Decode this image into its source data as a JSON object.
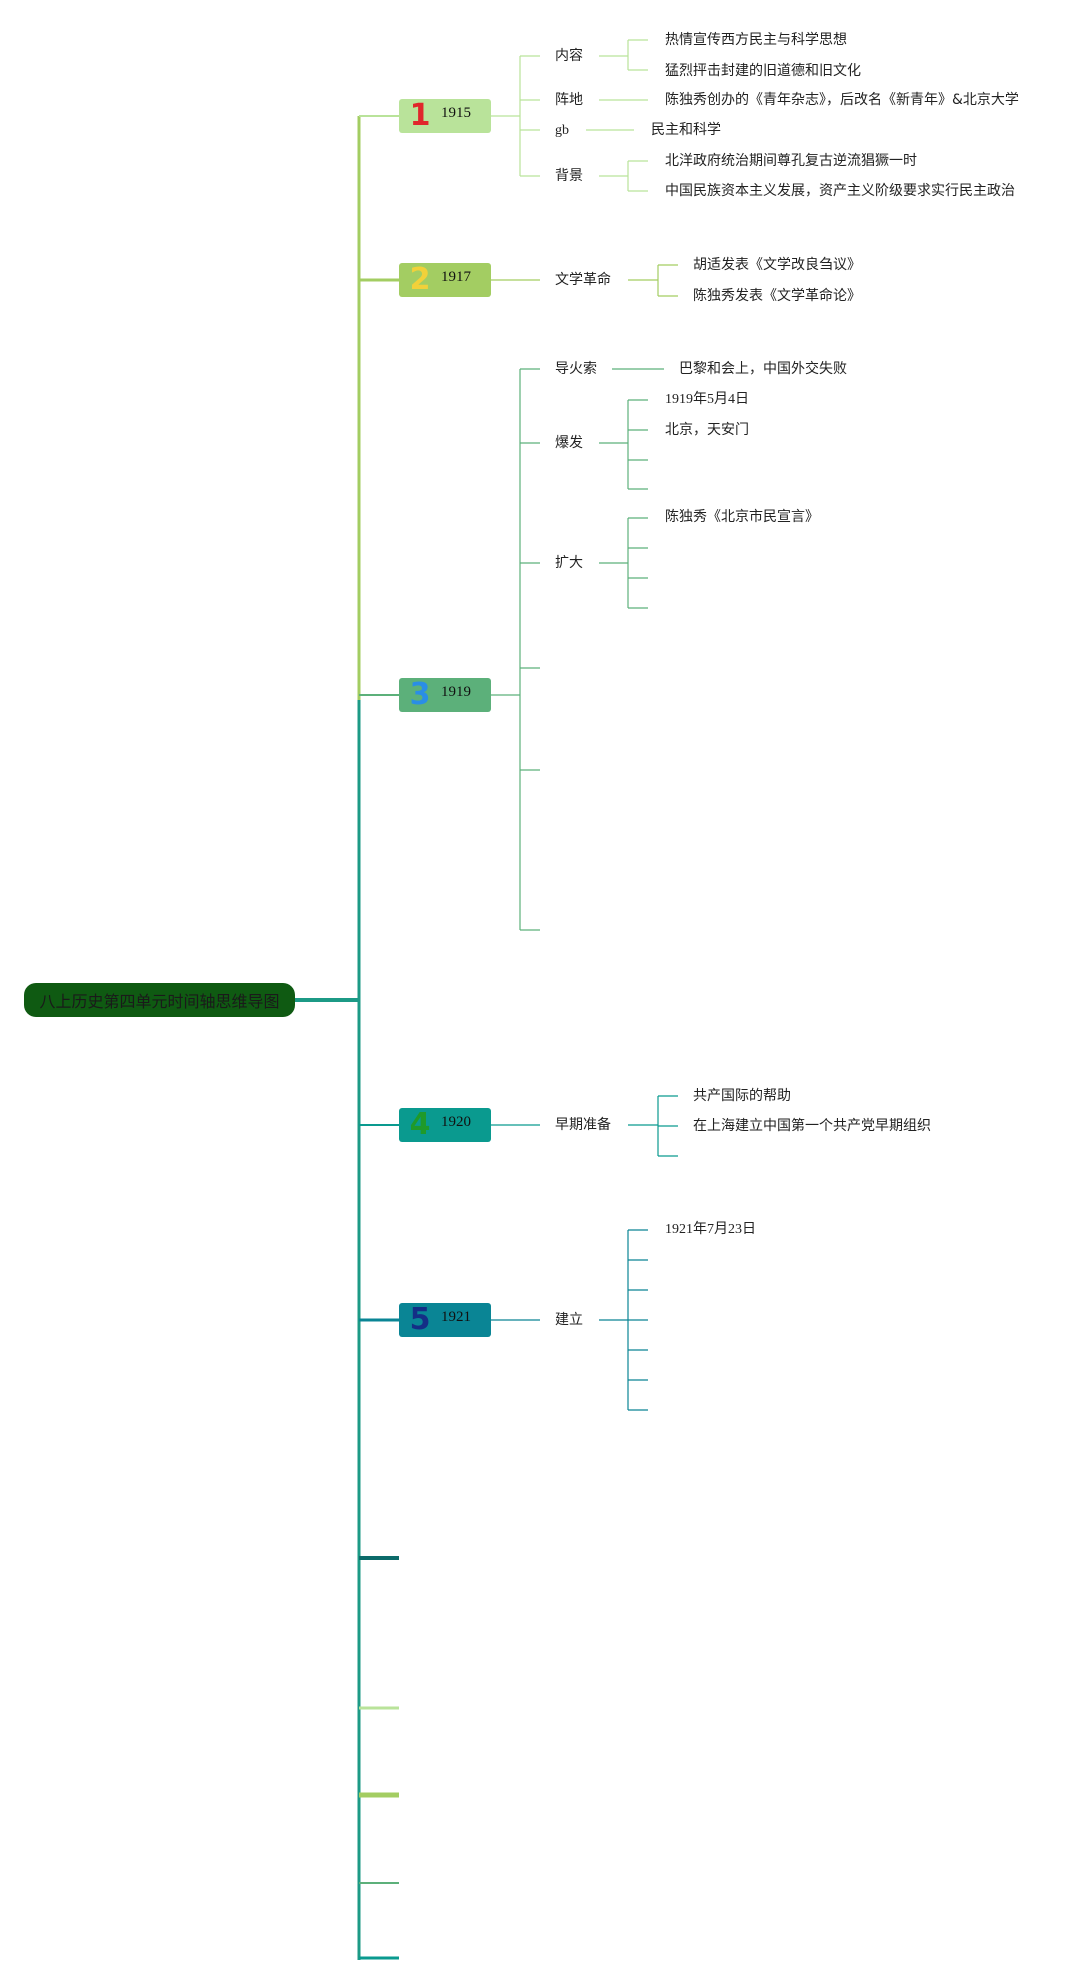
{
  "root": {
    "title": "八上历史第四单元时间轴思维导图"
  },
  "nodes": [
    {
      "num": "1",
      "year": "1915",
      "color": "#b9e39a",
      "num_color": "#e0262b"
    },
    {
      "num": "2",
      "year": "1917",
      "color": "#a3cd62",
      "num_color": "#f1d13a"
    },
    {
      "num": "3",
      "year": "1919",
      "color": "#5cb07a",
      "num_color": "#2a8ee6"
    },
    {
      "num": "4",
      "year": "1920",
      "color": "#0a9a8f",
      "num_color": "#1f9a2a"
    },
    {
      "num": "5",
      "year": "1921",
      "color": "#0a8595",
      "num_color": "#142e86"
    }
  ],
  "labels": {
    "n1": {
      "content": "内容",
      "content_1": "热情宣传西方民主与科学思想",
      "content_2": "猛烈抨击封建的旧道德和旧文化",
      "base": "阵地",
      "base_1": "陈独秀创办的《青年杂志》，后改名《新青年》&北京大学",
      "gb": "gb",
      "gb_1": "民主和科学",
      "bg": "背景",
      "bg_1": "北洋政府统治期间尊孔复古逆流猖獗一时",
      "bg_2": "中国民族资本主义发展，资产主义阶级要求实行民主政治"
    },
    "n2": {
      "rev": "文学革命",
      "rev_1": "胡适发表《文学改良刍议》",
      "rev_2": "陈独秀发表《文学革命论》"
    },
    "n3": {
      "fuse": "导火索",
      "fuse_1": "巴黎和会上，中国外交失败",
      "burst": "爆发",
      "burst_1": "1919年5月4日",
      "burst_2": "北京，天安门",
      "expand": "扩大",
      "expand_1": "陈独秀《北京市民宣言》"
    },
    "n4": {
      "prep": "早期准备",
      "prep_1": "共产国际的帮助",
      "prep_2": "在上海建立中国第一个共产党早期组织"
    },
    "n5": {
      "found": "建立",
      "found_1": "1921年7月23日"
    }
  },
  "colors": {
    "root_bg": "#0f5a12",
    "spine": "#1c9a86",
    "stub_1": "#0c6b6a",
    "stub_2": "#b9e39a",
    "stub_3": "#a3cd62",
    "stub_4": "#5cb07a",
    "stub_5": "#0a9a8f"
  }
}
